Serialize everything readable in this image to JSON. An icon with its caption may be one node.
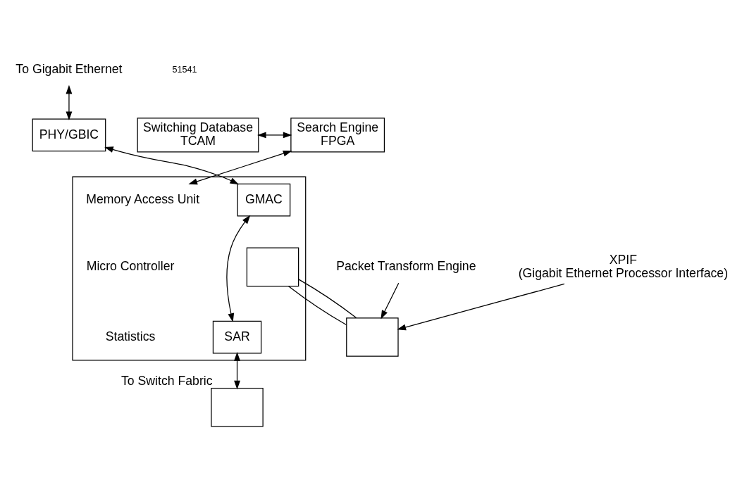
{
  "diagram": {
    "nodes": [
      {
        "text": [
          "To Gigabit Ethernet"
        ]
      },
      {
        "text": [
          "PHY/GBIC"
        ]
      },
      {
        "text": [
          "Switching Database",
          "TCAM"
        ]
      },
      {
        "text": [
          "Search Engine",
          "FPGA"
        ]
      },
      {
        "text": [],
        "shape": "box"
      },
      {
        "text": [
          "Memory Access Unit"
        ],
        "in": 4
      },
      {
        "text": [
          "Micro Controller"
        ],
        "in": 4
      },
      {
        "text": [
          "Statistics"
        ],
        "in": 4
      },
      {
        "text": [
          "GMAC"
        ],
        "in": 4
      },
      {
        "text": [],
        "shape": "box",
        "in": 4
      },
      {
        "text": [
          "SAR"
        ],
        "in": 4
      },
      {
        "text": [],
        "shape": "box"
      },
      {
        "text": [
          "Packet Transform Engine"
        ]
      },
      {
        "text": [
          "XPIF",
          "(Gigabit Ethernet Processor Interface)"
        ]
      },
      {
        "text": [],
        "shape": "box",
        "beside": [
          "To Switch Fabric"
        ]
      }
    ],
    "edges": [
      {
        "from": 0,
        "to": 1,
        "arrow": "both"
      },
      {
        "from": 1,
        "to": 8,
        "arrow": "both"
      },
      {
        "from": 2,
        "to": 3,
        "arrow": "both"
      },
      {
        "from": 3,
        "to": 5,
        "arrow": "both"
      },
      {
        "from": 8,
        "to": 10,
        "arrow": "both"
      },
      {
        "from": 9,
        "to": 11,
        "arrow": "none"
      },
      {
        "from": 9,
        "to": 11,
        "arrow": "none"
      },
      {
        "from": 12,
        "to": 11,
        "arrow": "to"
      },
      {
        "from": 13,
        "to": 11,
        "arrow": "to"
      },
      {
        "from": 10,
        "to": 14,
        "arrow": "both"
      }
    ],
    "labels": [
      "51541"
    ]
  }
}
